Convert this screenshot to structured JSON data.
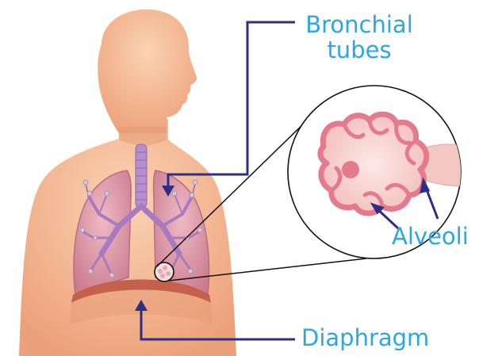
{
  "labels": {
    "bronchial_tubes": [
      "Bronchial",
      "tubes"
    ],
    "alveoli": "Alveoli",
    "diaphragm": "Diaphragm"
  },
  "colors": {
    "label_text": "#2aa7e6",
    "leader_line": "#2d2f86",
    "skin": "#f4b690",
    "skin_shade": "#e49a72",
    "lung": "#d78f9f",
    "bronchi": "#a87bc0",
    "trachea": "#b58fce",
    "diaphragm": "#c5604c",
    "alveoli_wall": "#e47a8c",
    "alveoli_fill": "#f6cfcf"
  }
}
